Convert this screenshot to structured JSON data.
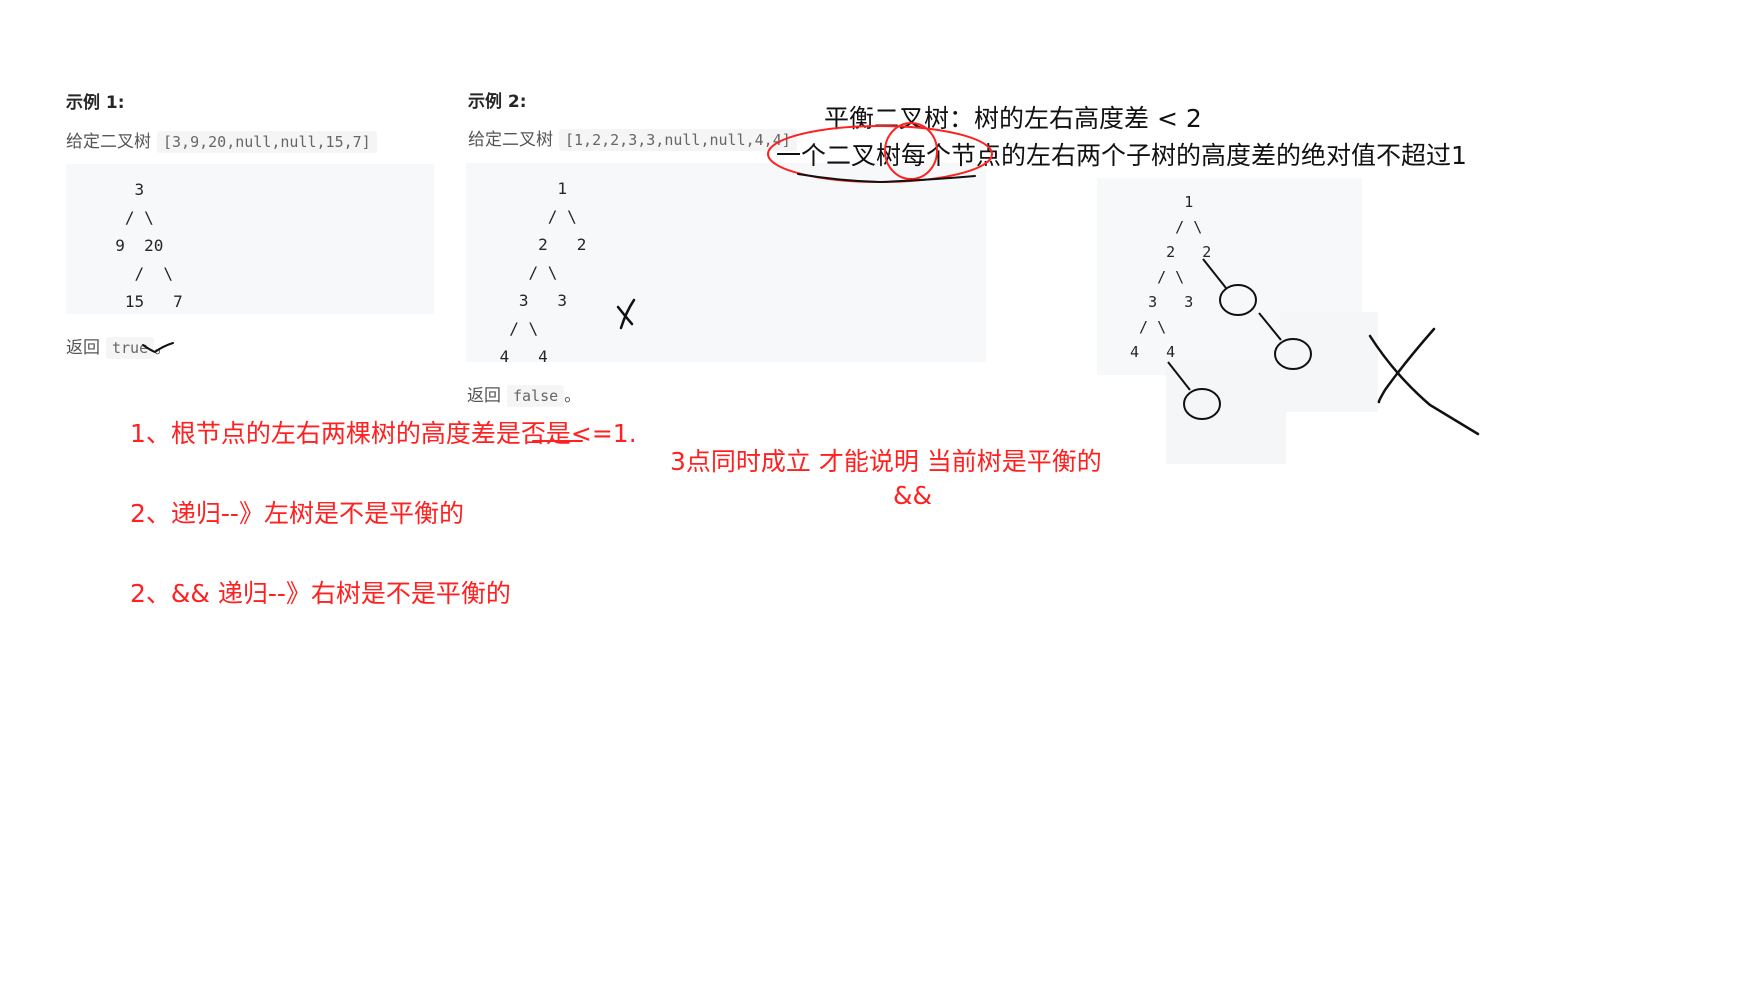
{
  "example1": {
    "heading": "示例 1:",
    "given_label": "给定二叉树",
    "given_value": "[3,9,20,null,null,15,7]",
    "tree_lines": [
      "    3",
      "   / \\",
      "  9  20",
      "    /  \\",
      "   15   7"
    ],
    "return_label": "返回",
    "return_value": "true",
    "return_suffix": "。"
  },
  "example2": {
    "heading": "示例 2:",
    "given_label": "给定二叉树",
    "given_value": "[1,2,2,3,3,null,null,4,4]",
    "tree_lines": [
      "       1",
      "      / \\",
      "     2   2",
      "    / \\",
      "   3   3",
      "  / \\",
      " 4   4"
    ],
    "return_label": "返回",
    "return_value": "false",
    "return_suffix": "。"
  },
  "annotation_tree": {
    "lines": [
      "       1",
      "      / \\",
      "     2   2",
      "    / \\",
      "   3   3",
      "  / \\",
      " 4   4"
    ]
  },
  "notes": {
    "balanced_def": "平衡二叉树：树的左右高度差 < 2",
    "every_node": "一个二叉树每个节点的左右两个子树的高度差的绝对值不超过1",
    "point1": "1、根节点的左右两棵树的高度差是否是<=1.",
    "point2": "2、递归--》左树是不是平衡的",
    "point3": "2、&& 递归--》右树是不是平衡的",
    "conclusion": "3点同时成立  才能说明 当前树是平衡的",
    "and_op": "&&"
  },
  "colors": {
    "annotation_red": "#ff2020",
    "code_background": "#f7f8fa",
    "ink": "#111111"
  }
}
